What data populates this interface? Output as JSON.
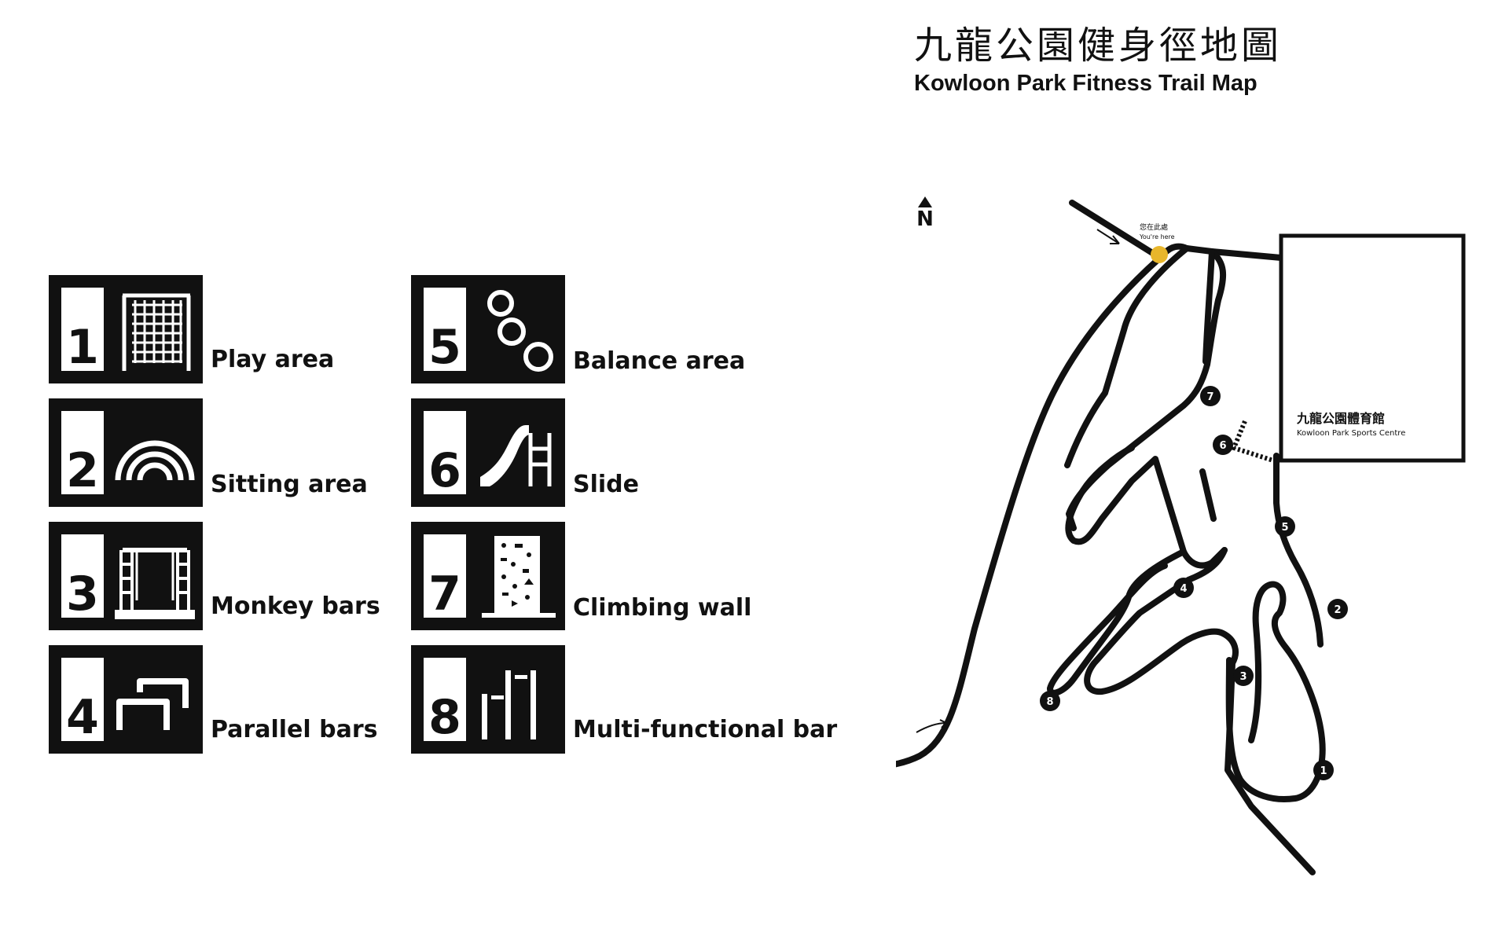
{
  "header": {
    "title_zh": "九龍公園健身徑地圖",
    "title_en": "Kowloon Park Fitness Trail Map"
  },
  "legend": {
    "items": [
      {
        "number": "1",
        "label": "Play area",
        "icon": "play-area-net-icon"
      },
      {
        "number": "2",
        "label": "Sitting area",
        "icon": "sitting-arch-icon"
      },
      {
        "number": "3",
        "label": "Monkey bars",
        "icon": "monkey-bars-icon"
      },
      {
        "number": "4",
        "label": "Parallel bars",
        "icon": "parallel-bars-icon"
      },
      {
        "number": "5",
        "label": "Balance area",
        "icon": "balance-stepping-icon"
      },
      {
        "number": "6",
        "label": "Slide",
        "icon": "slide-icon"
      },
      {
        "number": "7",
        "label": "Climbing wall",
        "icon": "climbing-wall-icon"
      },
      {
        "number": "8",
        "label": "Multi-functional bar",
        "icon": "multi-functional-bar-icon"
      }
    ]
  },
  "map": {
    "north_label": "N",
    "you_are_here_zh": "您在此處",
    "you_are_here_en": "You're here",
    "you_are_here_color": "#E8B62C",
    "sports_centre_zh": "九龍公園體育館",
    "sports_centre_en": "Kowloon Park Sports Centre",
    "stations": [
      "1",
      "2",
      "3",
      "4",
      "5",
      "6",
      "7",
      "8"
    ]
  }
}
